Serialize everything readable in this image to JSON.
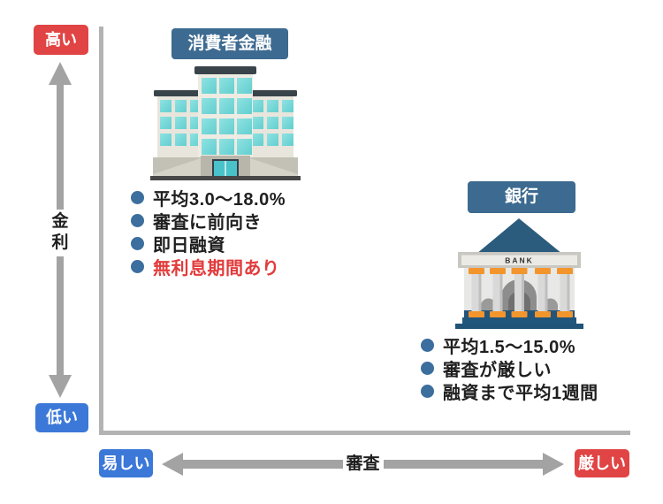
{
  "axes": {
    "y": {
      "label": "金利",
      "top_label": "高い",
      "bottom_label": "低い"
    },
    "x": {
      "label": "審査",
      "left_label": "易しい",
      "right_label": "厳しい"
    }
  },
  "entities": [
    {
      "name": "消費者金融",
      "icon": "office-building-icon",
      "position": "high-interest-easy-screening",
      "features": [
        {
          "text": "平均3.0〜18.0%",
          "color": "#1f1f1f"
        },
        {
          "text": "審査に前向き",
          "color": "#1f1f1f"
        },
        {
          "text": "即日融資",
          "color": "#1f1f1f"
        },
        {
          "text": "無利息期間あり",
          "color": "#e23b3b"
        }
      ]
    },
    {
      "name": "銀行",
      "icon": "bank-icon",
      "sign": "BANK",
      "position": "low-interest-strict-screening",
      "features": [
        {
          "text": "平均1.5〜15.0%",
          "color": "#1f1f1f"
        },
        {
          "text": "審査が厳しい",
          "color": "#1f1f1f"
        },
        {
          "text": "融資まで平均1週間",
          "color": "#1f1f1f"
        }
      ]
    }
  ],
  "colors": {
    "badge_red": "#e04444",
    "badge_blue": "#3b78d8",
    "label_badge_blue": "#3d6a90",
    "bullet_dot_blue": "#3c6e9e",
    "arrow_gray": "#a3a3a3",
    "axis_gray": "#b3b3b3",
    "highlight_red_text": "#e23b3b"
  }
}
